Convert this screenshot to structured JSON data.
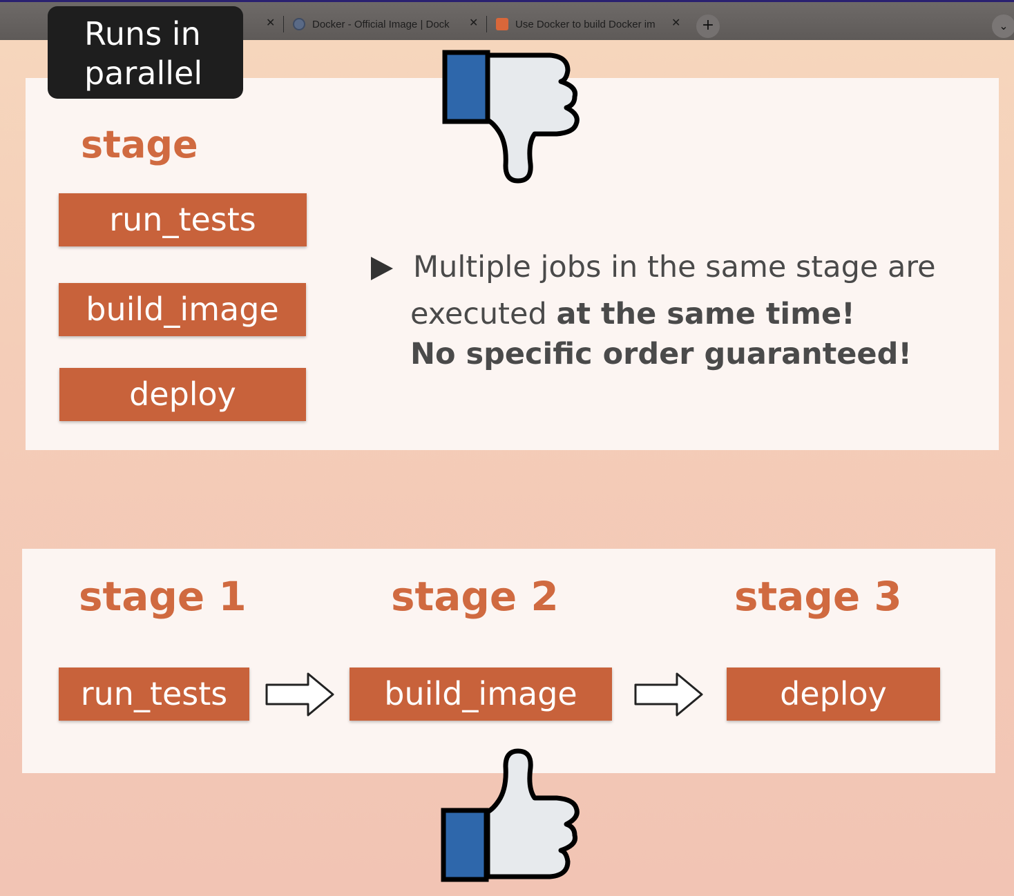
{
  "browser": {
    "tabs": [
      {
        "label": "Docker - Official Image | Dock"
      },
      {
        "label": "Use Docker to build Docker im"
      }
    ],
    "new_tab_label": "+",
    "menu_label": "⌄"
  },
  "callout": {
    "line1": "Runs in",
    "line2": "parallel"
  },
  "parallel_section": {
    "stage_label": "stage",
    "jobs": [
      "run_tests",
      "build_image",
      "deploy"
    ],
    "bullet": {
      "line1": "Multiple jobs in the same stage are",
      "line2_prefix": "executed ",
      "line2_bold": "at the same time!",
      "line3": "No specific order guaranteed!"
    }
  },
  "sequential_section": {
    "stages": [
      {
        "label": "stage 1",
        "job": "run_tests"
      },
      {
        "label": "stage 2",
        "job": "build_image"
      },
      {
        "label": "stage 3",
        "job": "deploy"
      }
    ]
  },
  "colors": {
    "accent": "#c8623b",
    "stage_text": "#d06a40",
    "thumb_blue": "#2e67ab",
    "thumb_fill": "#e7eaed"
  },
  "icons": {
    "top": "thumbs-down-icon",
    "bottom": "thumbs-up-icon",
    "flow": "right-arrow-icon",
    "bullet": "triangle-bullet-icon"
  }
}
